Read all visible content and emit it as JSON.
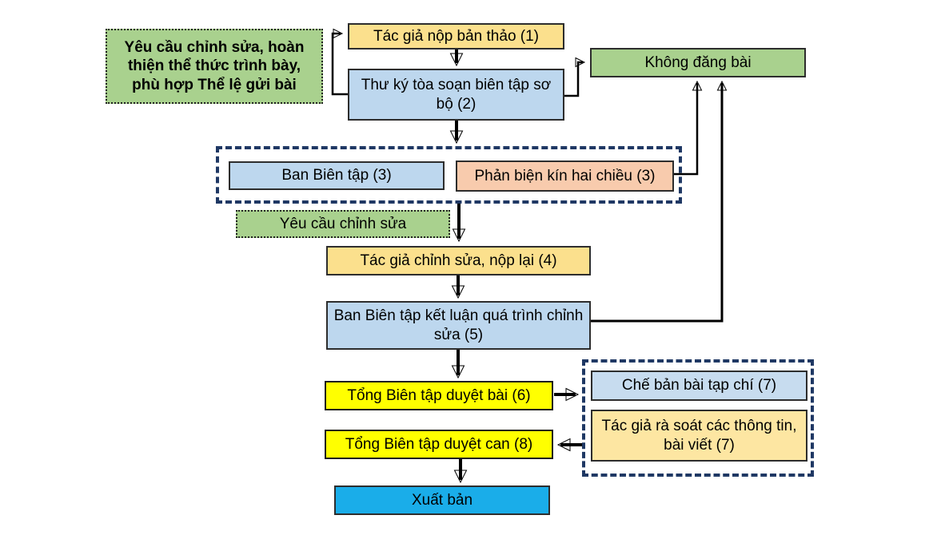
{
  "title": "Editorial workflow flowchart",
  "colors": {
    "gold": "#FBE08D",
    "blue": "#BDD7EE",
    "green": "#A9D18E",
    "salmon": "#F8CBAD",
    "yellow": "#FFFF00",
    "cyan": "#1AADE9",
    "dashed_border": "#1F3864",
    "arrow": "#000000"
  },
  "nodes": {
    "note_revision_top": {
      "label": "Yêu cầu chỉnh sửa, hoàn thiện thể thức trình bày, phù hợp Thể lệ gửi bài"
    },
    "author_submit": {
      "label": "Tác giả nộp bản thảo (1)"
    },
    "secretary_edit": {
      "label": "Thư ký tòa soạn biên tập sơ bộ (2)"
    },
    "reject": {
      "label": "Không đăng bài"
    },
    "editorial_board": {
      "label": "Ban Biên tập (3)"
    },
    "double_blind_review": {
      "label": "Phản biện kín hai chiều (3)"
    },
    "note_revision_mid": {
      "label": "Yêu cầu chỉnh sửa"
    },
    "author_revise": {
      "label": "Tác giả chỉnh sửa, nộp lại (4)"
    },
    "board_conclude": {
      "label": "Ban Biên tập kết luận quá trình chỉnh sửa (5)"
    },
    "eic_approve_article": {
      "label": "Tổng Biên tập duyệt bài (6)"
    },
    "typeset": {
      "label": "Chế bản bài tạp chí (7)"
    },
    "author_review_info": {
      "label": "Tác giả rà soát các thông tin, bài viết (7)"
    },
    "eic_approve_proof": {
      "label": "Tổng Biên tập duyệt can (8)"
    },
    "publish": {
      "label": "Xuất bản"
    }
  }
}
